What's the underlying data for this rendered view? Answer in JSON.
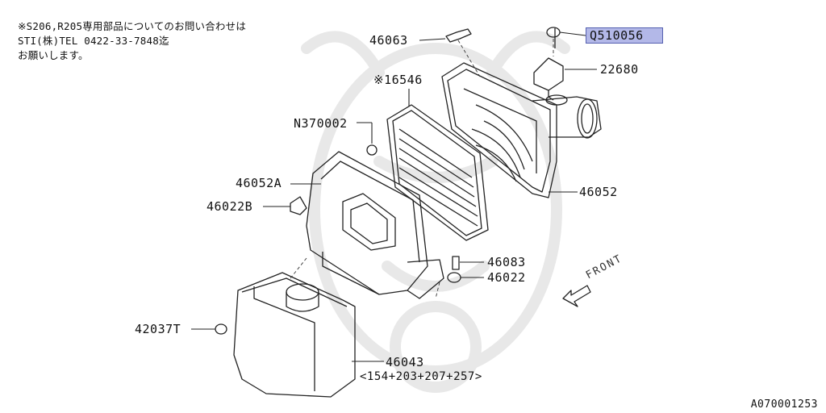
{
  "note": {
    "line1": "※S206,R205専用部品についてのお問い合わせは",
    "line2": "STI(株)TEL 0422-33-7848迄",
    "line3": "お願いします。"
  },
  "parts": {
    "p46063": "46063",
    "pQ510056": "Q510056",
    "p22680": "22680",
    "p16546": "※16546",
    "pN370002": "N370002",
    "p46052A": "46052A",
    "p46022B": "46022B",
    "p46052": "46052",
    "p46083": "46083",
    "p46022": "46022",
    "p42037T": "42037T",
    "p46043": "46043",
    "p46043_note": "<154+203+207+257>"
  },
  "front_label": "FRONT",
  "diagram_code": "A070001253",
  "colors": {
    "highlight_bg": "#b3b8e8",
    "line": "#222222",
    "watermark": "#e6e6e6"
  }
}
